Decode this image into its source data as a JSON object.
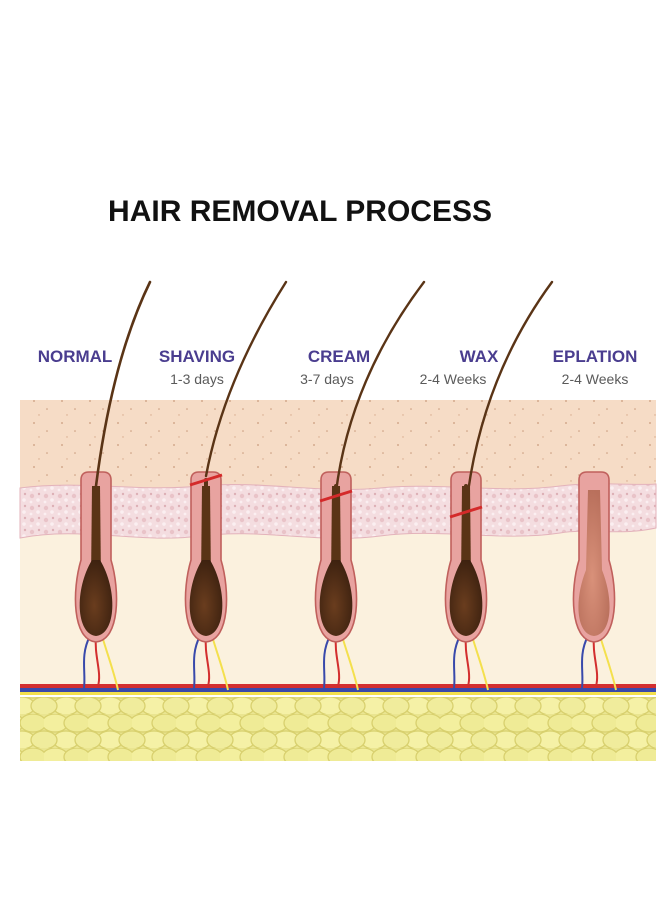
{
  "title": "HAIR REMOVAL PROCESS",
  "stages": [
    {
      "label": "NORMAL",
      "duration": "",
      "method": "normal"
    },
    {
      "label": "SHAVING",
      "duration": "1-3 days",
      "method": "shaving"
    },
    {
      "label": "CREAM",
      "duration": "3-7 days",
      "method": "cream"
    },
    {
      "label": "WAX",
      "duration": "2-4 Weeks",
      "method": "wax"
    },
    {
      "label": "EPLATION",
      "duration": "2-4 Weeks",
      "method": "eplation"
    }
  ],
  "colors": {
    "title": "#111111",
    "label": "#4a3d8f",
    "duration": "#5a5a5a",
    "skin_top": "#f6dcc6",
    "dermis": "#f2d9dc",
    "subcutis": "#fbf1de",
    "fat": "#ece79a",
    "hair": "#5a3416",
    "bulb": "#4a2a14",
    "follicle": "#e8a3a0",
    "cut_mark": "#d42a2a",
    "artery": "#d32f2f",
    "vein": "#3949ab",
    "nerve": "#f4e04d"
  }
}
